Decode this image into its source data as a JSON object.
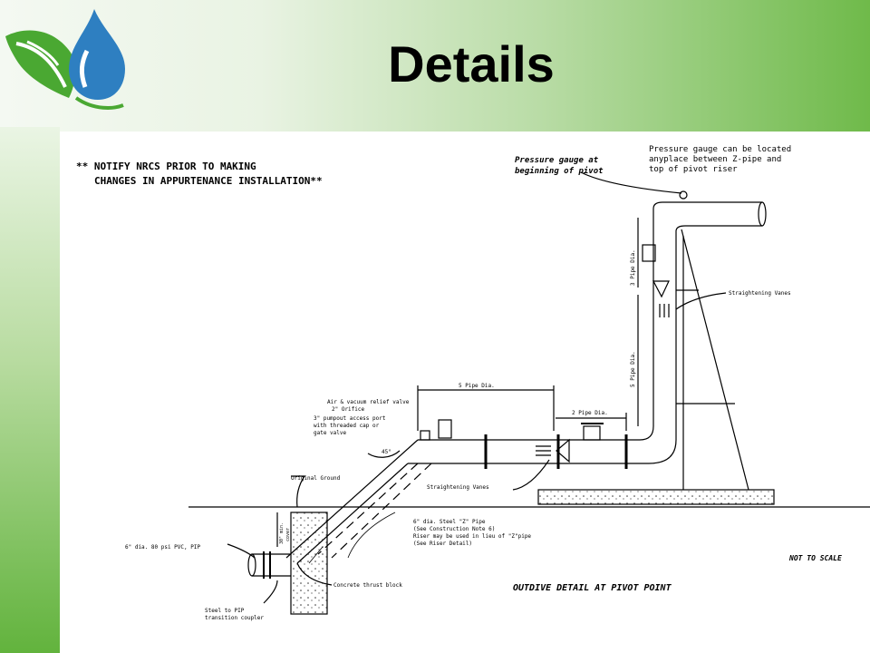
{
  "slide": {
    "title": "Details"
  },
  "drawing": {
    "notice_line1": "** NOTIFY NRCS PRIOR TO MAKING",
    "notice_line2": "CHANGES IN APPURTENANCE INSTALLATION**",
    "gauge_label_line1": "Pressure gauge at",
    "gauge_label_line2": "beginning of pivot",
    "gauge_note_line1": "Pressure gauge can be located",
    "gauge_note_line2": "anyplace between Z-pipe and",
    "gauge_note_line3": "top of pivot riser",
    "riser_dim_upper": "3 Pipe Dia.",
    "riser_dim_lower": "5 Pipe Dia.",
    "straightening_vanes_riser": "Straightening Vanes",
    "pipe_dim_long": "5 Pipe Dia.",
    "pipe_dim_short": "2 Pipe Dia.",
    "air_valve_line1": "Air & vacuum relief valve",
    "air_valve_line2": "2\" Orifice",
    "access_port_line1": "3\" pumpout access port",
    "access_port_line2": "with threaded cap or",
    "access_port_line3": "gate valve",
    "angle_label": "45°",
    "original_ground": "Original Ground",
    "straightening_vanes_pipe": "Straightening Vanes",
    "zpipe_line1": "6\" dia. Steel \"Z\" Pipe",
    "zpipe_line2": "(See Construction Note 6)",
    "zpipe_line3": "Riser may be used in lieu of \"Z\"pipe",
    "zpipe_line4": "(See Riser Detail)",
    "depth_label_line1": "30\" min.",
    "depth_label_line2": "cover",
    "pvc_label": "6\" dia. 80 psi PVC, PIP",
    "coupler_line1": "Steel to PIP",
    "coupler_line2": "transition coupler",
    "thrust_block": "Concrete thrust block",
    "not_to_scale": "NOT TO SCALE",
    "detail_title": "OUTDIVE DETAIL AT PIVOT POINT"
  },
  "colors": {
    "logo_leaf": "#4aa832",
    "logo_drop": "#2e7fc1",
    "header_green": "#6fba4a"
  }
}
